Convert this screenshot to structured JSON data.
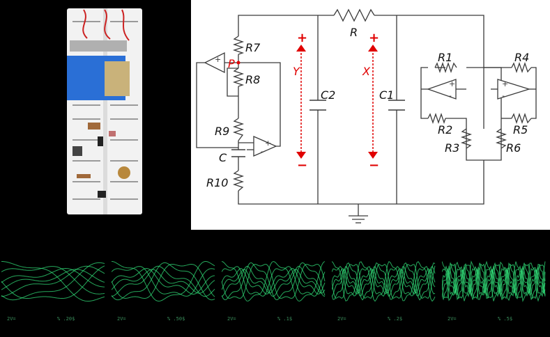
{
  "figure": {
    "photo_label": "breadboard circuit photo",
    "colors": {
      "wire": "#3a3a3a",
      "annot": "#e00000",
      "trace": "#31e07a",
      "board": "#f2f2f2",
      "tape": "#2a6fd6"
    }
  },
  "schematic": {
    "labels": {
      "R": "R",
      "R1": "R1",
      "R2": "R2",
      "R3": "R3",
      "R4": "R4",
      "R5": "R5",
      "R6": "R6",
      "R7": "R7",
      "R8": "R8",
      "R9": "R9",
      "R10": "R10",
      "C": "C",
      "C1": "C1",
      "C2": "C2",
      "P": "P",
      "X": "X",
      "Y": "Y",
      "plus": "+",
      "minus": "−",
      "opamp_plus": "+",
      "opamp_minus": "-"
    }
  },
  "scopes": [
    {
      "left": "2V=",
      "right": "% .20$"
    },
    {
      "left": "2V=",
      "right": "% .50$"
    },
    {
      "left": "2V=",
      "right": "% .1$"
    },
    {
      "left": "2V=",
      "right": "% .2$"
    },
    {
      "left": "2V=",
      "right": "% .5$"
    }
  ]
}
